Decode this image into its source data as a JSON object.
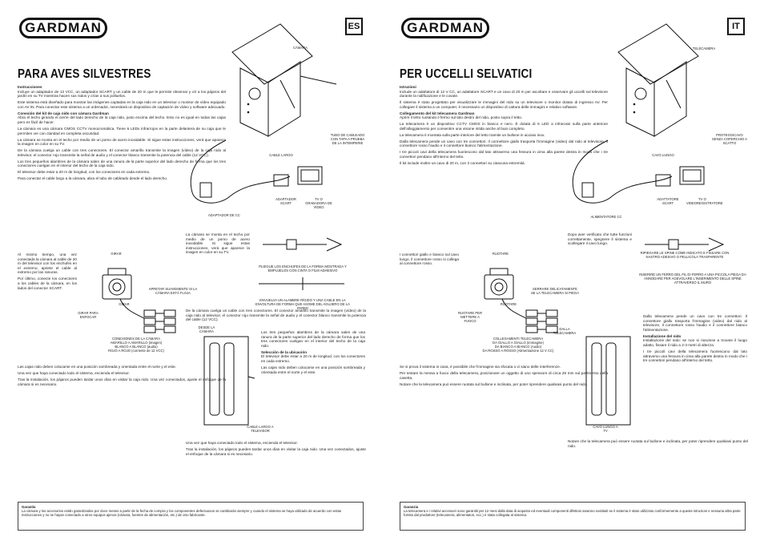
{
  "brand": "GARDMAN",
  "es": {
    "lang": "ES",
    "title": "PARA AVES SILVESTRES",
    "instr_heading": "Instrucciones",
    "p1": "Incluye un adaptador de 12 VCC, un adaptador SCART y un cable de 20 m que le permite observar y oír a los pájaros del jardín en su TV mientras hacen sus nidos y crían a sus polluelos.",
    "p2": "Este sistema está diseñado para mostrar las imágenes captadas en la caja nido en un televisor o monitor de vídeo equipado con AV IN. Para conectar este sistema a un ordenador, necesitará un dispositivo de captación de vídeo y software adecuado.",
    "conn_heading": "Conexión del kit de caja nido con cámara Gardman",
    "p3": "Abra el techo girando el cierre del lado derecho de la caja nido, justo encima del techo. Esto no es igual en todas las cajas pero es fácil de hacer.",
    "p4": "La cámara es una cámara CMOS CCTV monocromática. Tiene 6 LEDs infrarrojos en la parte delantera de su caja que le permiten ver con claridad en completa oscuridad.",
    "p5": "La cámara se monta en el techo por medio de un pomo de acero inoxidable. Si sigue estas instrucciones, verá que aparece la imagen en color en su TV.",
    "p6": "De la cámara cuelga un cable con tres conectores. El conector amarillo transmite la imagen (vídeo) de la caja nido al televisor, el conector rojo transmite la señal de audio y el conector blanco transmite la potencia del cable (12 VCC).",
    "p7": "Los tres pequeños alambres de la cámara salen de una ranura de la parte superior del lado derecho de forma que los tres conectores cuelgan en el interior del techo de la caja nido.",
    "p8": "El televisor debe estar a 20 m de longitud, con los conectores en cada extremo.",
    "p9": "Para conectar el cable largo a la cámara, abra el tubo de cableado desde el lado derecho.",
    "p10": "Al mismo tiempo, una vez conectada la cámara al cable de 20 m del televisor con los enchufes en el extremo, apriete el cable al extremo por las ranuras.",
    "p11": "Por último, conecte los conectores a los cables de la cámara, en los lados del conector SCART.",
    "p12": "Las cajas nido deben colocarse en una posición sombreada y orientada entre el norte y el este.",
    "p13": "Una vez que haya conectado todo el sistema, encienda el televisor.",
    "p14": "Tras la instalación, los pájaros pueden tardar unos días en visitar la caja nido. Una vez conectados, ajuste el enfoque de la cámara si es necesario.",
    "warranty_heading": "Garantía",
    "warranty": "La cámara y los accesorios están garantizados por doce meses a partir de la fecha de compra y los componentes defectuosos se cambiarán siempre y cuando el sistema se haya utilizado de acuerdo con estas instrucciones y no se hayan conectado a otros equipos ajenos (cámara, fuentes de alimentación, etc.) de otro fabricante.",
    "labels": {
      "camara": "CÁMARA",
      "tubo": "TUBO DE CABLEADO CON TAPA A PRUEBA DE LA INTEMPERIE",
      "cable_largo": "CABLE LARGO",
      "adaptador_scart": "ADAPTADOR SCART",
      "tv": "TV O GRABADORA DE VÍDEO",
      "adaptador_cc": "ADAPTADOR DE CC",
      "girar": "GIRAR",
      "apretar": "APRETAR SUAVEMENTE SI LA CÁMARA ESTÁ FLOJA",
      "girar2": "GIRAR",
      "girar_para_enfocar": "GIRAR PARA ENFOCAR",
      "conexiones": "CONEXIONES DE LA CÁMARA\nAMARILLO A AMARILLO (imagen)\nBLANCO A BLANCO (audio)\nROJO A ROJO (corriente de 12 VCC)",
      "pliegue": "PLIEGUE LOS ENCHUFES DE LA FORMA MOSTRADA Y EMPUJELOS CON CINTA O FILM ADHESIVO",
      "envuelva": "ENVUELVA UN ALAMBRE RÍGIDO Y UNA CABLE EN LA ENVOLTURA DE FORMA QUE ASOME DEL AGUJERO DE LA PARED",
      "desde": "DESDE LA CÁMARA",
      "cable_tv": "CABLE LARGO A TELEVISOR",
      "seleccion": "Selección de la ubicación"
    }
  },
  "it": {
    "lang": "IT",
    "title": "PER UCCELLI SELVATICI",
    "instr_heading": "Istruzioni",
    "p1": "Include un adattatore di 12 V CC, un adattatore SCART e un cavo di 20 m per ascoltare e osservare gli uccelli sul televisore durante la nidificazione e le covate.",
    "p2": "Il sistema è stato progettato per visualizzare le immagini del nido su un televisore o monitor dotato di ingresso AV. Per collegare il sistema a un computer, è necessario un dispositivo di cattura delle immagini e relativo software.",
    "conn_heading": "Collegamento del kit telecamera Gardman",
    "p3": "Aprire il tetto ruotando il fermo sul lato destro del nido, posto sopra il tetto.",
    "p4": "La telecamera è un dispositivo CCTV CMOS in bianco e nero. È dotata di 6 LED a infrarossi sulla parte anteriore dell'alloggiamento per consentire una visione nitida anche al buio completo.",
    "p5": "La telecamera è montata sulla parte interiore del tetto tramite un bullone in acciaio inox.",
    "p6": "Dalla telecamera pende un cavo con tre connettori. Il connettore giallo trasporta l'immagine (video) dal nido al televisore, il connettore rosso l'audio e il connettore bianco l'alimentazione.",
    "p7": "I tre piccoli cavi della telecamera fuoriescono dal lato attraverso una fessura in cima alla parete destra in modo che i tre connettori pendano all'interno del tetto.",
    "p8": "Il kit include inoltre un cavo di 20 m, con 3 connettori su ciascuna estremità.",
    "p9": "I connettori giallo e bianco sul cavo lungo, il connettore rosso si collega al connettore rosso.",
    "p10": "Se si prova il sistema in casa, è possibile che l'immagine sia sfocata o vi siano delle interferenze.",
    "p11": "Per testare la messa a fuoco della telecamera, posizionare un oggetto di uno spessore di circa 25 mm sul pavimento della casetta.",
    "p12": "Notare che la telecamera può essere ruotata sul bullone e inclinata, per poter riprendere qualsiasi punto del nido.",
    "p13": "Dopo aver verificato che tutte funzioni correttamente, spegnere il sistema e scollegare il cavo lungo.",
    "p14": "Installazione del nido: se non si riuscisse a trovare il luogo adatto, fissare il nido a 2-3 metri di altezza.",
    "warranty_heading": "Garanzia",
    "warranty": "La telecamera e i relativi accessori sono garantiti per 12 mesi dalla data di acquisto ed eventuali componenti difettosi saranno sostituiti se il sistema è stato utilizzato conformemente a queste istruzioni e nessuna altra parte fornita dal produttore (telecamera, alimentatori, ecc.) è stata collegata al sistema.",
    "labels": {
      "telecamera": "TELECAMERA",
      "protegg": "PROTEGGICAVO SENZA COPERCHIO A SCATTO",
      "cavo_lungo": "CAVO LUNGO",
      "adatt_scart": "ADATTATORE SCART",
      "tv": "TV O VIDEOREGISTRATORE",
      "alim": "ALIMENTATORE CC",
      "ruotare": "RUOTARE",
      "serrare": "SERRARE DELICATAMENTE SE LA TELECAMERA SI PIEGA",
      "ruotare2": "RUOTARE",
      "ruotare_fuoco": "RUOTARE PER METTERE A FUOCO",
      "colleg": "COLLEGAMENTI TELECAMERA\nDA GIALLO A GIALLO (immagine)\nDA BIANCO A BIANCO (Audio)\nDA ROSSO A ROSSO (Alimentazione 12 V CC)",
      "ripiegare": "RIPIEGARE LE SPINE COME INDICATO E FISSARE CON NASTRO ADESIVO O PELLICOLA TRASPARENTE",
      "inserire": "INSERIRE UN FERRO DEL FIL DI FERRO A UNA PICCOLA PIEGA DA ANNODARE PER AGEVOLARE L'INSERIMENTO DELLE SPINE ATTRAVERSO IL MURO",
      "dalla": "DALLA TELECAMERA",
      "cavo_tv": "CAVO LUNGO A TV",
      "install": "Installazione del nido"
    }
  }
}
